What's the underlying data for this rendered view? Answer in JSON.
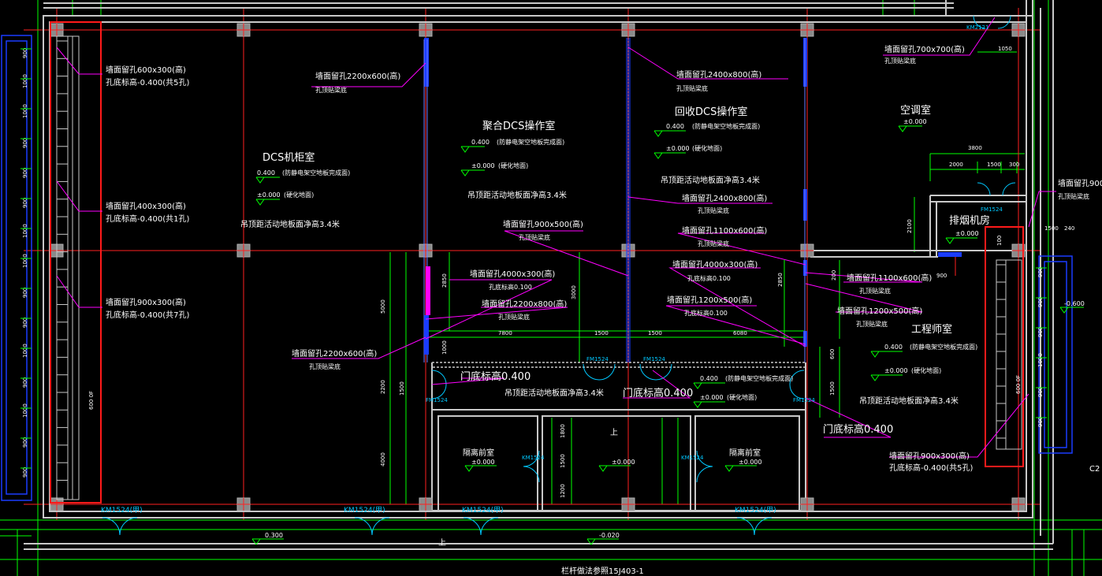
{
  "colors": {
    "background": "#000000",
    "wall": "#c8c8c8",
    "grid_axis": "#ff2020",
    "dimension": "#00ff00",
    "leader": "#ff00ff",
    "door_tag": "#00c8ff",
    "partition": "#1a3cff",
    "highlight": "#ff1a1a",
    "text": "#ffffff"
  },
  "rooms": {
    "dcs_cabinet": "DCS机柜室",
    "polymer_dcs": "聚合DCS操作室",
    "recovery_dcs": "回收DCS操作室",
    "aircon": "空调室",
    "smoke_exhaust": "排烟机房",
    "engineer": "工程师室",
    "isolation_left": "隔离前室",
    "isolation_right": "隔离前室"
  },
  "elevations": {
    "anti_static_0400": "0.400",
    "anti_static_note": "(防静电架空地板完成面)",
    "hard_floor_0000": "±0.000",
    "hard_floor_note": "(硬化地面)",
    "aircon_level": "±0.000",
    "smoke_level": "±0.000",
    "iso_left_level": "±0.000",
    "iso_center_level": "±0.000",
    "iso_right_level": "±0.000",
    "outside_1": "0.300",
    "outside_2": "-0.020",
    "outside_right": "-0.600"
  },
  "ceiling_notes": {
    "dcs": "吊顶距活动地板面净高3.4米",
    "polymer": "吊顶距活动地板面净高3.4米",
    "recovery": "吊顶距活动地板面净高3.4米",
    "corridor": "吊顶距活动地板面净高3.4米",
    "engineer": "吊顶距活动地板面净高3.4米"
  },
  "door_sill_notes": {
    "left": "门底标高0.400",
    "center": "门底标高0.400",
    "right": "门底标高0.400"
  },
  "openings": {
    "o1_l1": "墙面留孔600x300(高)",
    "o1_l2": "孔底标高-0.400(共5孔)",
    "o2_l1": "墙面留孔400x300(高)",
    "o2_l2": "孔底标高-0.400(共1孔)",
    "o3_l1": "墙面留孔900x300(高)",
    "o3_l2": "孔底标高-0.400(共7孔)",
    "o4_l1": "墙面留孔2200x600(高)",
    "o4_l2": "孔顶贴梁底",
    "o5_l1": "墙面留孔2400x800(高)",
    "o5_l2": "孔顶贴梁底",
    "o6_l1": "墙面留孔700x700(高)",
    "o6_l2": "孔顶贴梁底",
    "o7_l1": "墙面留孔2400x800(高)",
    "o7_l2": "孔顶贴梁底",
    "o8_l1": "墙面留孔900x500(高)",
    "o8_l2": "孔顶贴梁底",
    "o9_l1": "墙面留孔1100x600(高)",
    "o9_l2": "孔顶贴梁底",
    "o10_l1": "墙面留孔4000x300(高)",
    "o10_l2": "孔底标高0.100",
    "o11_l1": "墙面留孔4000x300(高)",
    "o11_l2": "孔底标高0.100",
    "o12_l1": "墙面留孔2200x800(高)",
    "o12_l2": "孔顶贴梁底",
    "o13_l1": "墙面留孔1200x500(高)",
    "o13_l2": "孔底标高0.100",
    "o14_l1": "墙面留孔1100x600(高)",
    "o14_l2": "孔顶贴梁底",
    "o15_l1": "墙面留孔1200x500(高)",
    "o15_l2": "孔顶贴梁底",
    "o16_l1": "墙面留孔2200x600(高)",
    "o16_l2": "孔顶贴梁底",
    "o17_l1": "墙面留孔900x300(高)",
    "o17_l2": "孔底标高-0.400(共5孔)",
    "o18_l1": "墙面留孔900",
    "o18_l2": "孔顶贴梁底"
  },
  "door_tags": {
    "km1": "KM1524(甲)",
    "km2": "KM1524(甲)",
    "km3": "KM1524(甲)",
    "km4": "KM1524(甲)",
    "fm1": "FM1524",
    "fm2": "FM1524",
    "fm3": "FM1524",
    "fm4": "FM1524",
    "fm5": "FM1524",
    "km_iso1": "KM1524",
    "km_iso2": "KM1524",
    "km_top": "KM2121"
  },
  "dimensions": {
    "d_1050": "1050",
    "d_3800": "3800",
    "d_2000": "2000",
    "d_1500a": "1500",
    "d_300": "300",
    "d_1500b": "1500",
    "d_240": "240",
    "d_2100": "2100",
    "d_100": "100",
    "d_900": "900",
    "d_200": "200",
    "d_7800": "7800",
    "d_1500c": "1500",
    "d_1500d": "1500",
    "d_6080": "6080",
    "d_5000": "5000",
    "d_2850a": "2850",
    "d_3000": "3000",
    "d_2850b": "2850",
    "d_1000": "1000",
    "d_1800": "1800",
    "d_1500e": "1500",
    "d_1200": "1200",
    "d_4000": "4000",
    "d_2200": "2200",
    "d_1500f": "1500",
    "d_1500g": "1500",
    "d_600": "600"
  },
  "misc": {
    "up_1": "上",
    "up_2": "上",
    "bottom_note": "栏杆做法参照15J403-1",
    "c2": "C2",
    "left_mark": "600 0F",
    "right_mark": "600 0F"
  },
  "left_rack_dims": [
    "900",
    "1000",
    "1000",
    "900",
    "900",
    "900",
    "1000",
    "1000",
    "900",
    "900",
    "1000",
    "900",
    "1000",
    "900",
    "900"
  ],
  "right_rack_dims": [
    "900",
    "900",
    "900",
    "1000",
    "900",
    "900"
  ]
}
